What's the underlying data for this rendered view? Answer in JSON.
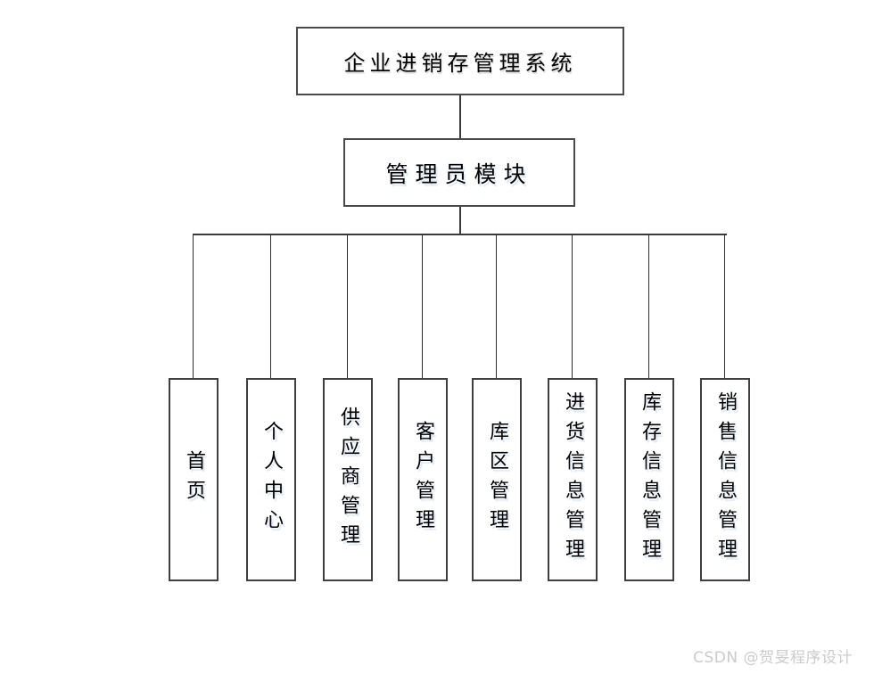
{
  "diagram": {
    "title_node": {
      "label": "企业进销存管理系统"
    },
    "admin_node": {
      "label": "管理员模块"
    },
    "children": [
      {
        "label": "首页"
      },
      {
        "label": "个人中心"
      },
      {
        "label": "供应商管理"
      },
      {
        "label": "客户管理"
      },
      {
        "label": "库区管理"
      },
      {
        "label": "进货信息管理"
      },
      {
        "label": "库存信息管理"
      },
      {
        "label": "销售信息管理"
      }
    ],
    "colors": {
      "background": "#ffffff",
      "box_border": "#4a4a4a",
      "connector": "#3a3a3a",
      "text": "#000000",
      "watermark": "#cbcbcb"
    }
  },
  "watermark": {
    "text": "CSDN @贺旻程序设计"
  }
}
